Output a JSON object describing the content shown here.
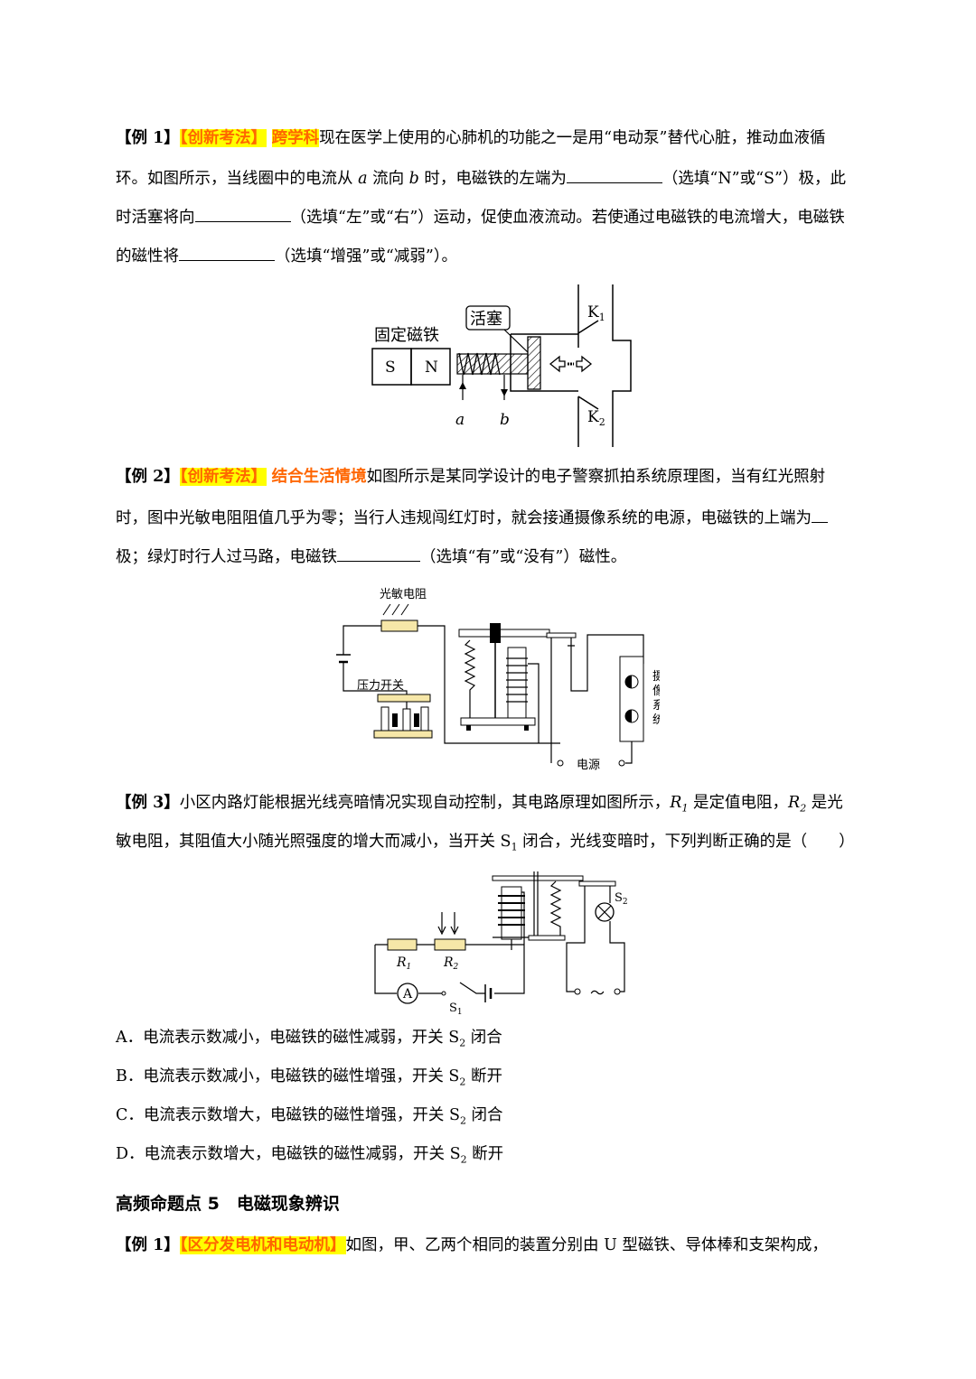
{
  "ex1": {
    "label": "【例 1】",
    "tag": "【创新考法】",
    "subtag": "跨学科",
    "l1": "现在医学上使用的心肺机的功能之一是用“电动泵”替代心脏，推动血液循",
    "l2a": "环。如图所示，当线圈中的电流从 ",
    "var_a": "a",
    "l2b": " 流向 ",
    "var_b": "b",
    "l2c": " 时，电磁铁的左端为",
    "l2d": "（选填“N”或“S”）极，此",
    "l3a": "时活塞将向",
    "l3b": "（选填“左”或“右”）运动，促使血液流动。若使通过电磁铁的电流增大，电磁铁",
    "l4a": "的磁性将",
    "l4b": "（选填“增强”或“减弱”）。",
    "fig": {
      "magnet_label": "固定磁铁",
      "s": "S",
      "n": "N",
      "piston": "活塞",
      "k1": "K",
      "k1sub": "1",
      "k2": "K",
      "k2sub": "2",
      "a": "a",
      "b": "b"
    }
  },
  "ex2": {
    "label": "【例 2】",
    "tag": "【创新考法】",
    "subtag": "结合生活情境",
    "l1": "如图所示是某同学设计的电子警察抓拍系统原理图，当有红光照射",
    "l2": "时，图中光敏电阻阻值几乎为零；当行人违规闯红灯时，就会接通摄像系统的电源，电磁铁的上端为",
    "l3a": "极；绿灯时行人过马路，电磁铁",
    "l3b": "（选填“有”或“没有”）磁性。",
    "fig": {
      "ldr": "光敏电阻",
      "switch": "压力开关",
      "camera": [
        "摄",
        "像",
        "系",
        "统"
      ],
      "power": "电源"
    }
  },
  "ex3": {
    "label": "【例 3】",
    "l1a": "小区内路灯能根据光线亮暗情况实现自动控制，其电路原理如图所示，",
    "r1": "R",
    "r1sub": "1",
    "l1b": " 是定值电阻，",
    "r2": "R",
    "r2sub": "2",
    "l1c": " 是光",
    "l2a": "敏电阻，其阻值大小随光照强度的增大而减小，当开关 S",
    "l2sub": "1",
    "l2b": " 闭合，光线变暗时，下列判断正确的是（　　）",
    "fig": {
      "r1": "R",
      "r1sub": "1",
      "r2": "R",
      "r2sub": "2",
      "ammeter": "A",
      "s1": "S",
      "s1sub": "1",
      "s2": "S",
      "s2sub": "2",
      "ac": "～"
    },
    "options": [
      {
        "pre": "A．电流表示数减小，电磁铁的磁性减弱，开关 S",
        "sub": "2",
        "post": " 闭合"
      },
      {
        "pre": "B．电流表示数减小，电磁铁的磁性增强，开关 S",
        "sub": "2",
        "post": " 断开"
      },
      {
        "pre": "C．电流表示数增大，电磁铁的磁性增强，开关 S",
        "sub": "2",
        "post": " 闭合"
      },
      {
        "pre": "D．电流表示数增大，电磁铁的磁性减弱，开关 S",
        "sub": "2",
        "post": " 断开"
      }
    ]
  },
  "section": {
    "title": "高频命题点 5　电磁现象辨识"
  },
  "ex4": {
    "label": "【例 1】",
    "tag": "【区分发电机和电动机】",
    "l1": "如图，甲、乙两个相同的装置分别由 U 型磁铁、导体棒和支架构成，"
  },
  "colors": {
    "highlight": "#ffff00",
    "tag": "#ff6600",
    "text": "#000000"
  }
}
